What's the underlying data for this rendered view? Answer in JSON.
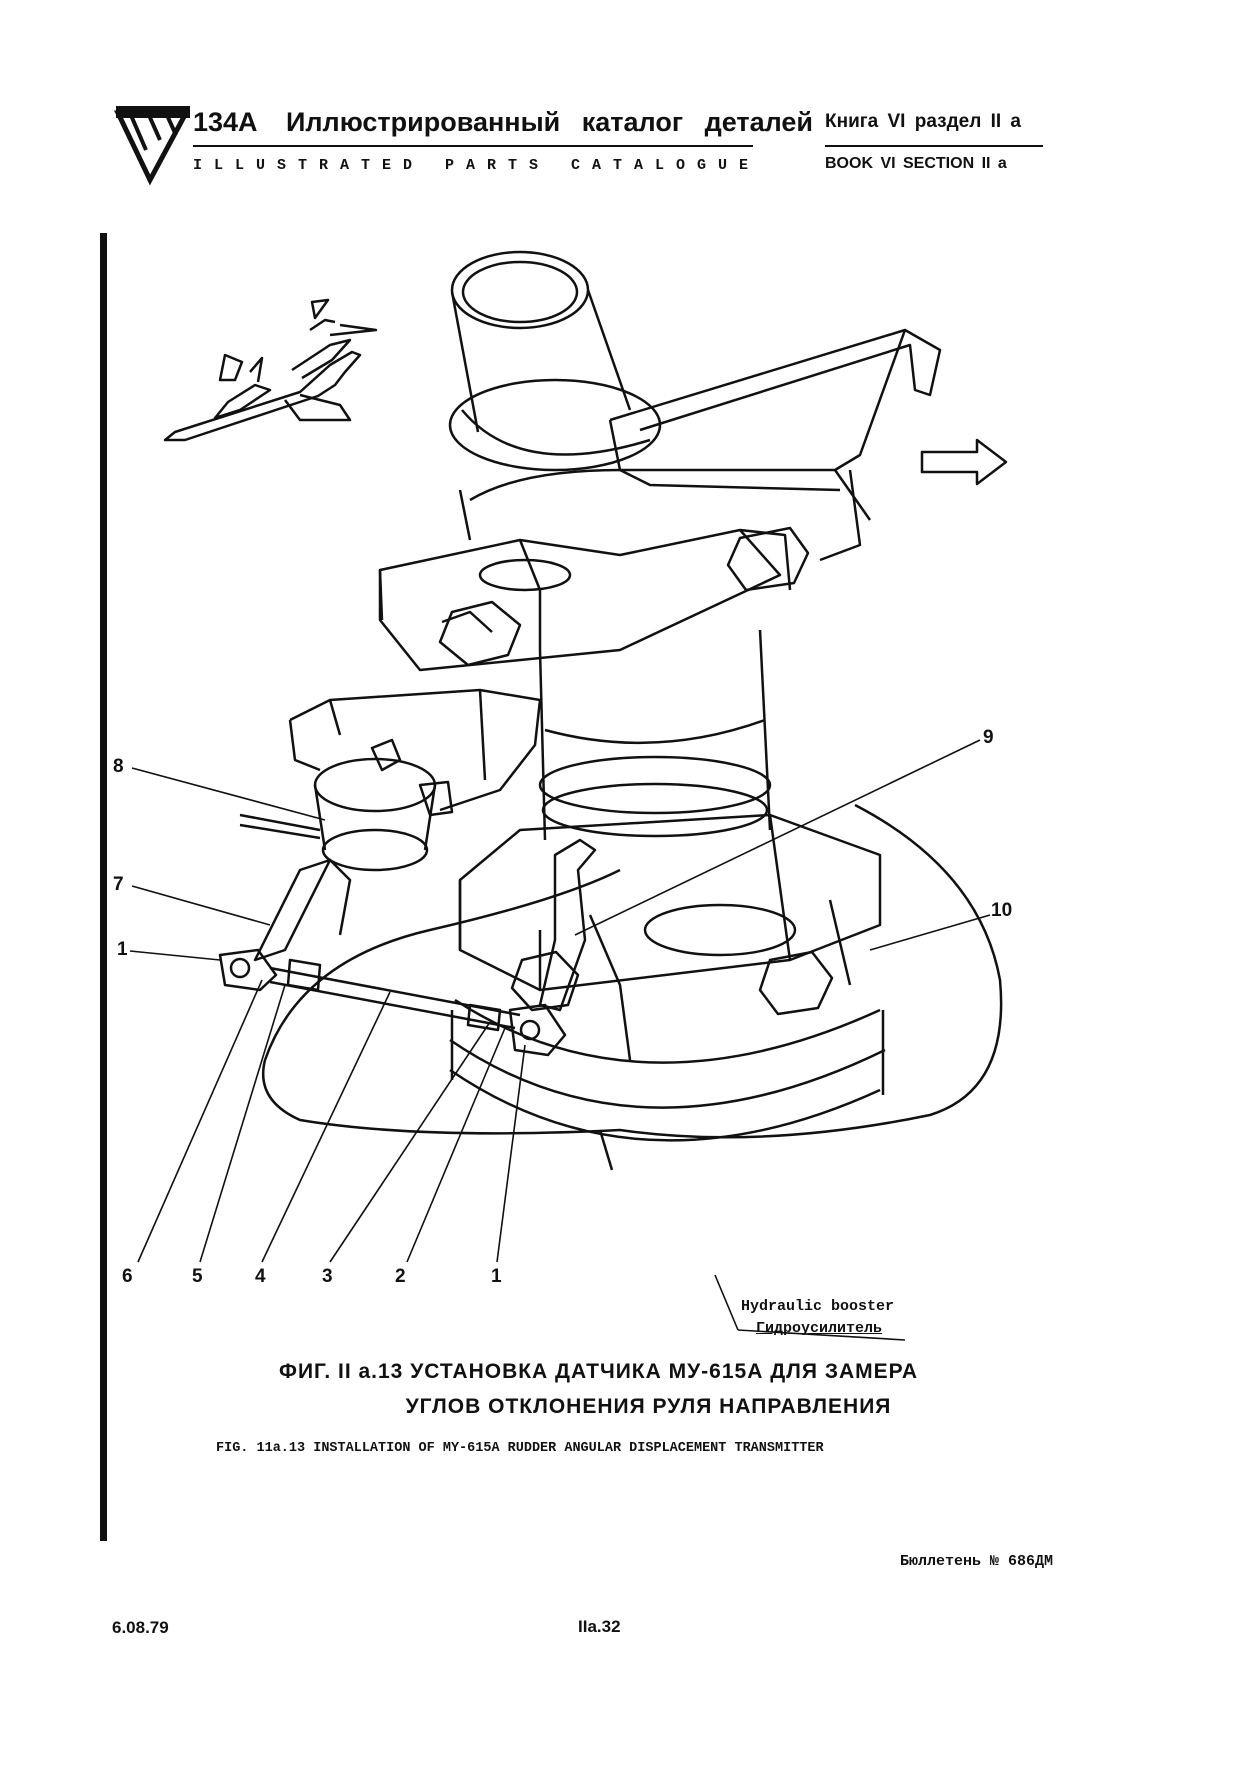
{
  "header": {
    "model": "134A",
    "title_ru": "Иллюстрированный каталог деталей",
    "book_ru": "Книга VI раздел II а",
    "title_en": "ILLUSTRATED PARTS CATALOGUE",
    "book_en": "BOOK VI SECTION II a"
  },
  "figure": {
    "callouts": {
      "c1a": "1",
      "c1b": "1",
      "c2": "2",
      "c3": "3",
      "c4": "4",
      "c5": "5",
      "c6": "6",
      "c7": "7",
      "c8": "8",
      "c9": "9",
      "c10": "10"
    },
    "booster_en": "Hydraulic booster",
    "booster_ru": "Гидроусилитель"
  },
  "caption": {
    "ru_line1": "ФИГ. II а.13 УСТАНОВКА ДАТЧИКА МУ-615А ДЛЯ ЗАМЕРА",
    "ru_line2": "УГЛОВ ОТКЛОНЕНИЯ РУЛЯ НАПРАВЛЕНИЯ",
    "en": "FIG. 11a.13 INSTALLATION OF MY-615A RUDDER ANGULAR DISPLACEMENT TRANSMITTER"
  },
  "footer": {
    "bulletin": "Бюллетень № 686ДМ",
    "date": "6.08.79",
    "page": "IIа.32"
  }
}
